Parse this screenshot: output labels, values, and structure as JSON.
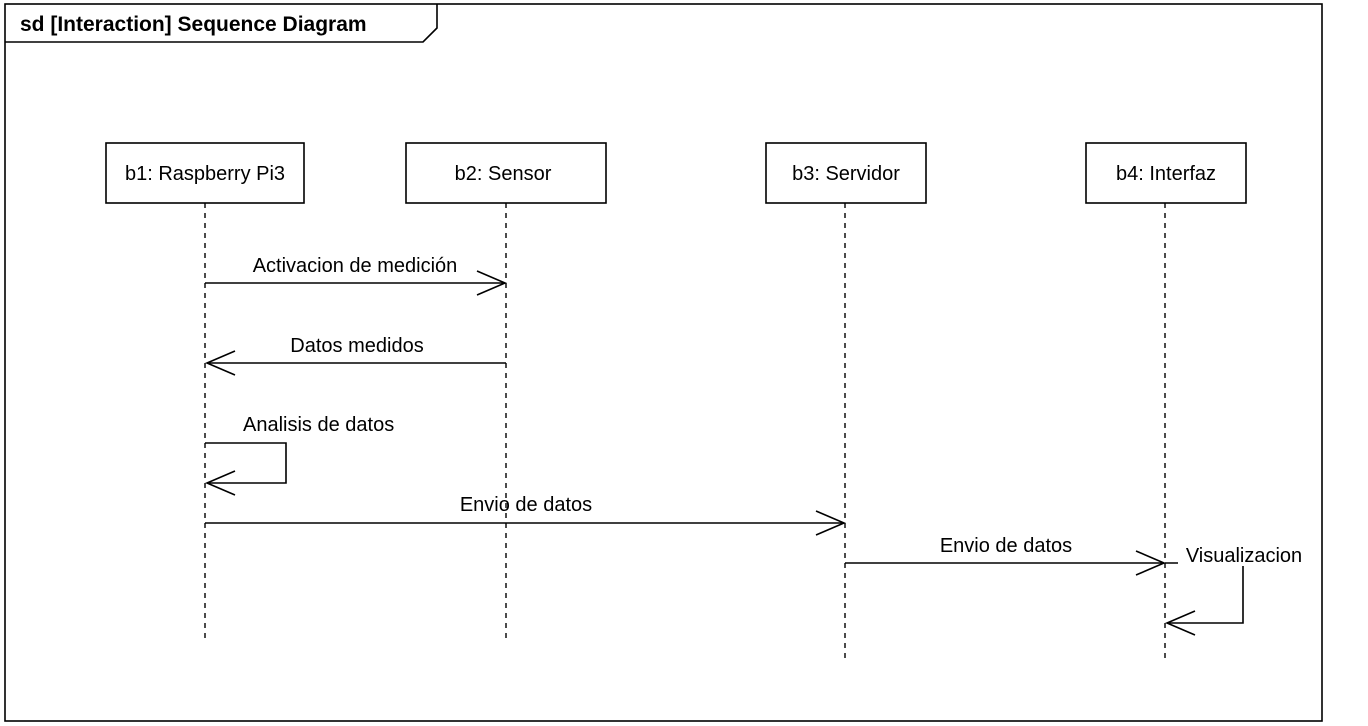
{
  "frame": {
    "title": "sd [Interaction] Sequence Diagram"
  },
  "lifelines": [
    {
      "id": "b1",
      "label": "b1: Raspberry Pi3"
    },
    {
      "id": "b2",
      "label": "b2: Sensor"
    },
    {
      "id": "b3",
      "label": "b3: Servidor"
    },
    {
      "id": "b4",
      "label": "b4: Interfaz"
    }
  ],
  "messages": [
    {
      "from": "b1",
      "to": "b2",
      "label": "Activacion de medición"
    },
    {
      "from": "b2",
      "to": "b1",
      "label": "Datos medidos"
    },
    {
      "from": "b1",
      "to": "b1",
      "label": "Analisis de datos"
    },
    {
      "from": "b1",
      "to": "b3",
      "label": "Envio de datos"
    },
    {
      "from": "b3",
      "to": "b4",
      "label": "Envio de datos"
    },
    {
      "from": "b4",
      "to": "b4",
      "label": "Visualizacion"
    }
  ]
}
